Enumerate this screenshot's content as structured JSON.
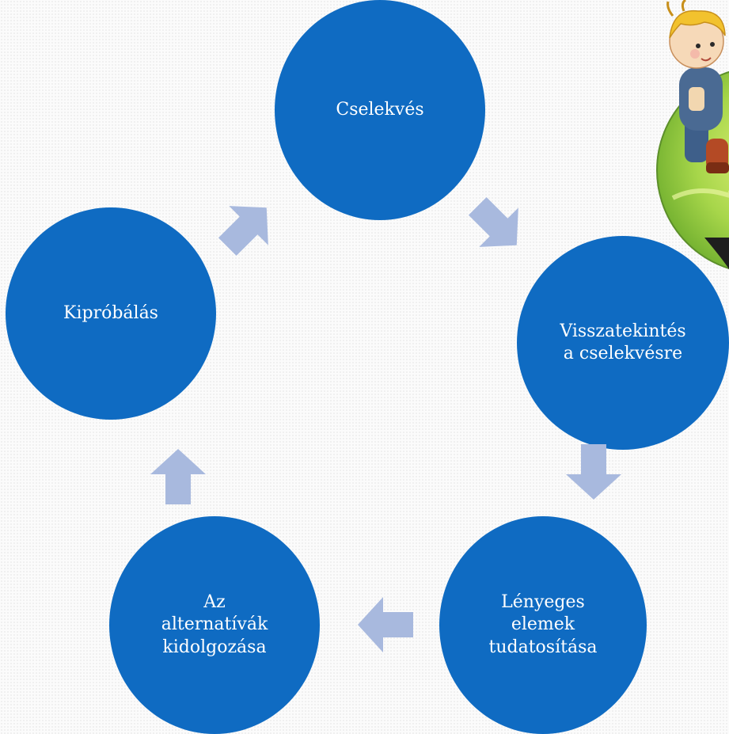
{
  "colors": {
    "node_fill": "#0f6bc2",
    "arrow_fill": "#a8b9de",
    "node_text": "#ffffff"
  },
  "nodes": [
    {
      "label": "Cselekvés"
    },
    {
      "label": "Visszatekintés\na cselekvésre"
    },
    {
      "label": "Lényeges\nelemek\ntudatosítása"
    },
    {
      "label": "Az\nalternatívák\nkidolgozása"
    },
    {
      "label": "Kipróbálás"
    }
  ],
  "decoration": {
    "icon": "child-on-globe-illustration"
  }
}
